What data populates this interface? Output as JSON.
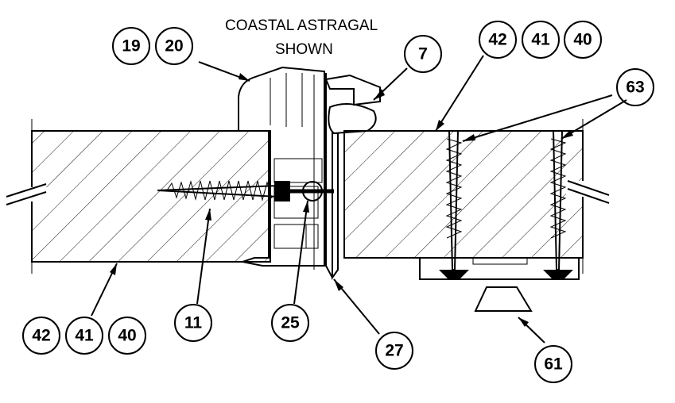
{
  "title": {
    "line1": "COASTAL ASTRAGAL",
    "line2": "SHOWN"
  },
  "balloons": [
    {
      "id": "b-19",
      "label": "19"
    },
    {
      "id": "b-20",
      "label": "20"
    },
    {
      "id": "b-7",
      "label": "7"
    },
    {
      "id": "b-42-top",
      "label": "42"
    },
    {
      "id": "b-41-top",
      "label": "41"
    },
    {
      "id": "b-40-top",
      "label": "40"
    },
    {
      "id": "b-63",
      "label": "63"
    },
    {
      "id": "b-42-bot",
      "label": "42"
    },
    {
      "id": "b-41-bot",
      "label": "41"
    },
    {
      "id": "b-40-bot",
      "label": "40"
    },
    {
      "id": "b-11",
      "label": "11"
    },
    {
      "id": "b-25",
      "label": "25"
    },
    {
      "id": "b-27",
      "label": "27"
    },
    {
      "id": "b-61",
      "label": "61"
    }
  ]
}
